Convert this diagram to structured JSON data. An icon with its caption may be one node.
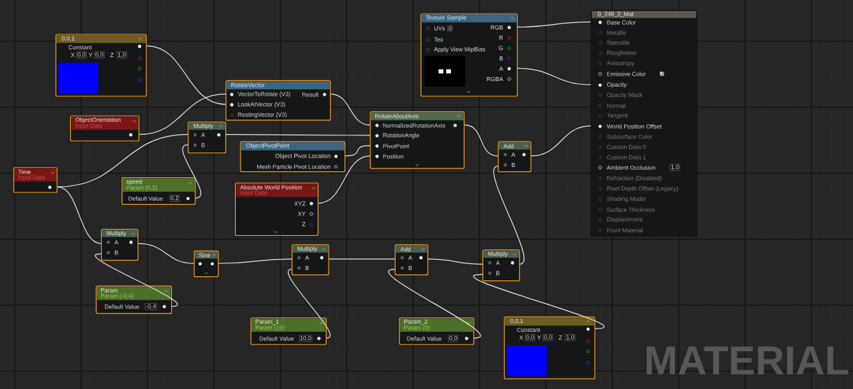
{
  "diagram": {
    "nodes": [
      {
        "text": [
          "0,0,1",
          "Constant",
          "X",
          "0,0",
          "Y",
          "0,0",
          "Z",
          "1,0"
        ]
      },
      {
        "text": [
          "RotateVector",
          "VectorToRotate (V3)",
          "Result",
          "LookAtVector (V3)",
          "RestingVector (V3)"
        ]
      },
      {
        "text": [
          "Texture Sample",
          "UVs",
          "0",
          "Tex",
          "Apply View MipBias",
          "RGB",
          "R",
          "G",
          "B",
          "A",
          "RGBA"
        ]
      },
      {
        "text": [
          "0_249_2_Mat",
          "Base Color",
          "Metallic",
          "Specular",
          "Roughness",
          "Anisotropy",
          "Emissive Color",
          "Opacity",
          "Opacity Mask",
          "Normal",
          "Tangent",
          "World Position Offset",
          "Subsurface Color",
          "Custom Data 0",
          "Custom Data 1",
          "Ambient Occlusion",
          "1,0",
          "Refraction (Disabled)",
          "Pixel Depth Offset (Legacy)",
          "Shading Model",
          "Surface Thickness",
          "Displacement",
          "Front Material"
        ]
      },
      {
        "text": [
          "ObjectOrientation",
          "Input Data"
        ]
      },
      {
        "text": [
          "Multiply",
          "A",
          "B"
        ]
      },
      {
        "text": [
          "RotateAboutAxis",
          "NormalizedRotationAxis",
          "RotationAngle",
          "PivotPoint",
          "Position"
        ]
      },
      {
        "text": [
          "ObjectPivotPoint",
          "Object Pivot Location",
          "Mesh Particle Pivot Location"
        ]
      },
      {
        "text": [
          "Add",
          "A",
          "B"
        ]
      },
      {
        "text": [
          "Time",
          "Input Data"
        ]
      },
      {
        "text": [
          "speed",
          "Param (0,2)",
          "Default Value",
          "0,2"
        ]
      },
      {
        "text": [
          "Absolute World Position",
          "Input Data",
          "XYZ",
          "XY",
          "Z"
        ]
      },
      {
        "text": [
          "Multiply",
          "A",
          "B"
        ]
      },
      {
        "text": [
          "Sine"
        ]
      },
      {
        "text": [
          "Multiply",
          "A",
          "B"
        ]
      },
      {
        "text": [
          "Add",
          "A",
          "B"
        ]
      },
      {
        "text": [
          "Multiply",
          "A",
          "B"
        ]
      },
      {
        "text": [
          "Param",
          "Param (-0,4)",
          "Default Value",
          "-0,4"
        ]
      },
      {
        "text": [
          "Param_1",
          "Param (10)",
          "Default Value",
          "10,0"
        ]
      },
      {
        "text": [
          "Param_2",
          "Param (0)",
          "Default Value",
          "0,0"
        ]
      },
      {
        "text": [
          "0,0,1",
          "Constant",
          "X",
          "0,0",
          "Y",
          "0,0",
          "Z",
          "1,0"
        ]
      }
    ],
    "edges": [
      {
        "from": 0,
        "to": 1,
        "arrow": "none"
      },
      {
        "from": 4,
        "to": 1,
        "arrow": "none"
      },
      {
        "from": 1,
        "to": 6,
        "arrow": "none"
      },
      {
        "from": 9,
        "to": 5,
        "arrow": "none"
      },
      {
        "from": 10,
        "to": 5,
        "arrow": "none"
      },
      {
        "from": 5,
        "to": 6,
        "arrow": "none"
      },
      {
        "from": 7,
        "to": 6,
        "arrow": "none"
      },
      {
        "from": 11,
        "to": 6,
        "arrow": "none"
      },
      {
        "from": 6,
        "to": 8,
        "arrow": "none"
      },
      {
        "from": 2,
        "to": 3,
        "arrow": "none"
      },
      {
        "from": 2,
        "to": 3,
        "arrow": "none"
      },
      {
        "from": 8,
        "to": 3,
        "arrow": "none"
      },
      {
        "from": 9,
        "to": 12,
        "arrow": "none"
      },
      {
        "from": 17,
        "to": 12,
        "arrow": "none"
      },
      {
        "from": 12,
        "to": 13,
        "arrow": "none"
      },
      {
        "from": 13,
        "to": 14,
        "arrow": "none"
      },
      {
        "from": 18,
        "to": 14,
        "arrow": "none"
      },
      {
        "from": 14,
        "to": 15,
        "arrow": "none"
      },
      {
        "from": 19,
        "to": 15,
        "arrow": "none"
      },
      {
        "from": 15,
        "to": 16,
        "arrow": "none"
      },
      {
        "from": 20,
        "to": 16,
        "arrow": "none"
      },
      {
        "from": 16,
        "to": 8,
        "arrow": "none"
      }
    ],
    "labels": [
      "MATERIAL"
    ]
  }
}
